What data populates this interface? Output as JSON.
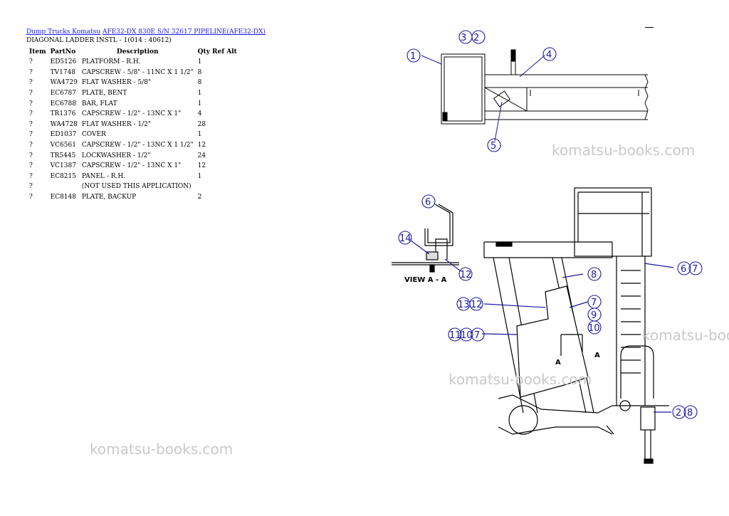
{
  "breadcrumb": {
    "link1": "Dump Trucks Komatsu",
    "link2": "AFE32-DX 830E S/N 32617 PIPELINE(AFE32-DX)"
  },
  "subtitle": "DIAGONAL LADDER INSTL - 1(014 : 40612)",
  "table": {
    "headers": [
      "Item",
      "PartNo",
      "Description",
      "Qty",
      "Ref",
      "Alt"
    ],
    "rows": [
      {
        "item": "?",
        "part": "ED5126",
        "desc": "PLATFORM - R.H.",
        "qty": "1"
      },
      {
        "item": "?",
        "part": "TV1748",
        "desc": "CAPSCREW - 5/8\" - 11NC X 1 1/2\"",
        "qty": "8"
      },
      {
        "item": "?",
        "part": "WA4729",
        "desc": "FLAT WASHER - 5/8\"",
        "qty": "8"
      },
      {
        "item": "?",
        "part": "EC6787",
        "desc": "PLATE, BENT",
        "qty": "1"
      },
      {
        "item": "?",
        "part": "EC6788",
        "desc": "BAR, FLAT",
        "qty": "1"
      },
      {
        "item": "?",
        "part": "TR1376",
        "desc": "CAPSCREW - 1/2\" - 13NC X 1\"",
        "qty": "4"
      },
      {
        "item": "?",
        "part": "WA4728",
        "desc": "FLAT WASHER - 1/2\"",
        "qty": "28"
      },
      {
        "item": "?",
        "part": "ED1037",
        "desc": "COVER",
        "qty": "1"
      },
      {
        "item": "?",
        "part": "VC6561",
        "desc": "CAPSCREW - 1/2\" - 13NC X 1 1/2\"",
        "qty": "12"
      },
      {
        "item": "?",
        "part": "TR5445",
        "desc": "LOCKWASHER - 1/2\"",
        "qty": "24"
      },
      {
        "item": "?",
        "part": "VC1387",
        "desc": "CAPSCREW - 1/2\" - 13NC X 1\"",
        "qty": "12"
      },
      {
        "item": "?",
        "part": "EC8215",
        "desc": "PANEL - R.H.",
        "qty": "1"
      },
      {
        "item": "?",
        "part": "",
        "desc": "(NOT USED THIS APPLICATION)",
        "qty": ""
      },
      {
        "item": "?",
        "part": "EC8148",
        "desc": "PLATE, BACKUP",
        "qty": "2"
      }
    ]
  },
  "watermarks": {
    "w1": "komatsu-books.com",
    "w2": "komatsu-books.com",
    "w3": "komatsu-books.com",
    "w4": "komatsu-books.com"
  },
  "diagram": {
    "view_label": "VIEW A - A",
    "section_arrow_label": "A",
    "callouts_top": [
      "1",
      "3",
      "2",
      "4",
      "5"
    ],
    "callouts_main": [
      "6",
      "14",
      "12",
      "6",
      "7",
      "8",
      "13",
      "12",
      "7",
      "9",
      "10",
      "11",
      "10",
      "7",
      "2",
      "8"
    ]
  }
}
